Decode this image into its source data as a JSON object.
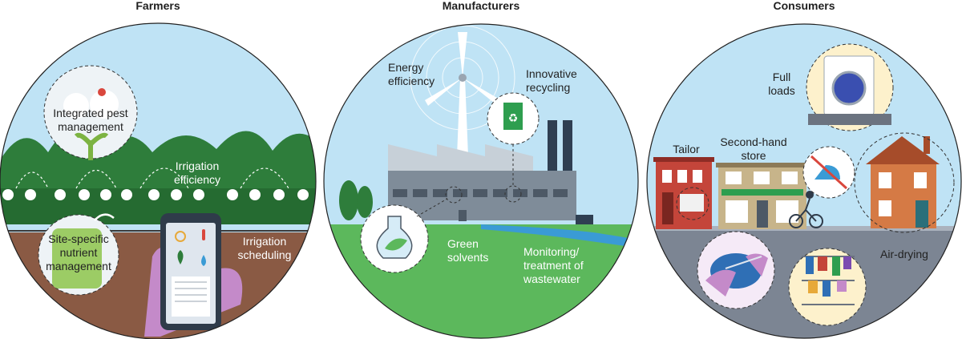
{
  "panels": {
    "farmers": {
      "title": "Farmers",
      "labels": {
        "pest_line1": "Integrated pest",
        "pest_line2": "management",
        "irr_eff_line1": "Irrigation",
        "irr_eff_line2": "efficiency",
        "nutrient_line1": "Site-specific",
        "nutrient_line2": "nutrient",
        "nutrient_line3": "management",
        "sched_line1": "Irrigation",
        "sched_line2": "scheduling"
      },
      "icons": [
        "ladybug-icon",
        "cotton-plant-icon",
        "smartphone-icon",
        "sun-icon",
        "thermometer-icon",
        "seedling-icon",
        "water-drop-icon",
        "fertilizer-jug-icon",
        "sprinkler-icon"
      ]
    },
    "manufacturers": {
      "title": "Manufacturers",
      "labels": {
        "energy_line1": "Energy",
        "energy_line2": "efficiency",
        "recycle_line1": "Innovative",
        "recycle_line2": "recycling",
        "solvents_line1": "Green",
        "solvents_line2": "solvents",
        "water_line1": "Monitoring/",
        "water_line2": "treatment of",
        "water_line3": "wastewater"
      },
      "icons": [
        "wind-turbine-icon",
        "factory-icon",
        "recycle-bin-icon",
        "flask-leaf-icon",
        "chimney-icon"
      ]
    },
    "consumers": {
      "title": "Consumers",
      "labels": {
        "loads_line1": "Full",
        "loads_line2": "loads",
        "tailor": "Tailor",
        "secondhand_line1": "Second-hand",
        "secondhand_line2": "store",
        "airdry": "Air-drying"
      },
      "icons": [
        "washing-machine-icon",
        "no-iron-icon",
        "house-icon",
        "cyclist-icon",
        "needle-thread-icon",
        "clothes-rack-icon"
      ]
    }
  },
  "colors": {
    "sky": "#bfe3f5",
    "field_green": "#2e7d3b",
    "soil": "#8a5a44",
    "grass": "#5cb85c",
    "water": "#3a9bd5",
    "factory": "#7f8c99",
    "road": "#7c8593",
    "brick_red": "#c4453a",
    "brick_orange": "#d57a45",
    "shop_beige": "#c7b48a"
  }
}
